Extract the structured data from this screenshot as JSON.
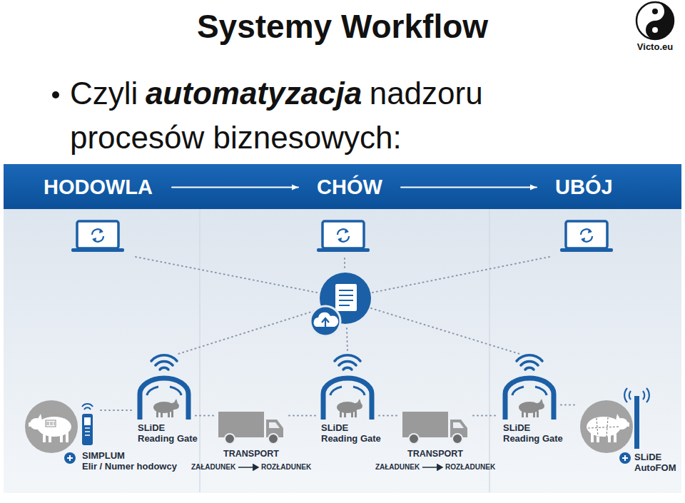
{
  "diagram": {
    "title": "Systemy Workflow",
    "nodes": [
      {
        "text": [
          "HODOWLA"
        ]
      },
      {
        "text": [
          "CHÓW"
        ]
      },
      {
        "text": [
          "UBÓJ"
        ]
      },
      {
        "text": [
          "SIMPLUM",
          "Elir / Numer hodowcy"
        ]
      },
      {
        "text": [
          "SLiDE Reading Gate"
        ]
      },
      {
        "text": [
          "TRANSPORT",
          "ZAŁADUNEK",
          "ROZŁADUNEK"
        ]
      },
      {
        "text": [
          "SLiDE Reading Gate"
        ]
      },
      {
        "text": [
          "TRANSPORT",
          "ZAŁADUNEK",
          "ROZŁADUNEK"
        ]
      },
      {
        "text": [
          "SLiDE Reading Gate"
        ]
      },
      {
        "text": [
          "SLiDE AutoFOM"
        ]
      }
    ],
    "edges": [
      {
        "from": 0,
        "to": 1,
        "arrow": "to"
      },
      {
        "from": 1,
        "to": 2,
        "arrow": "to"
      },
      {
        "from": 3,
        "to": 4,
        "arrow": "none"
      },
      {
        "from": 4,
        "to": 5,
        "arrow": "none"
      },
      {
        "from": 5,
        "to": 6,
        "arrow": "none"
      },
      {
        "from": 6,
        "to": 7,
        "arrow": "none"
      },
      {
        "from": 7,
        "to": 8,
        "arrow": "none"
      },
      {
        "from": 8,
        "to": 9,
        "arrow": "none"
      }
    ],
    "labels": [
      "Czyli",
      "automatyzacja",
      "nadzoru procesów biznesowych:",
      "Victo.eu"
    ]
  }
}
